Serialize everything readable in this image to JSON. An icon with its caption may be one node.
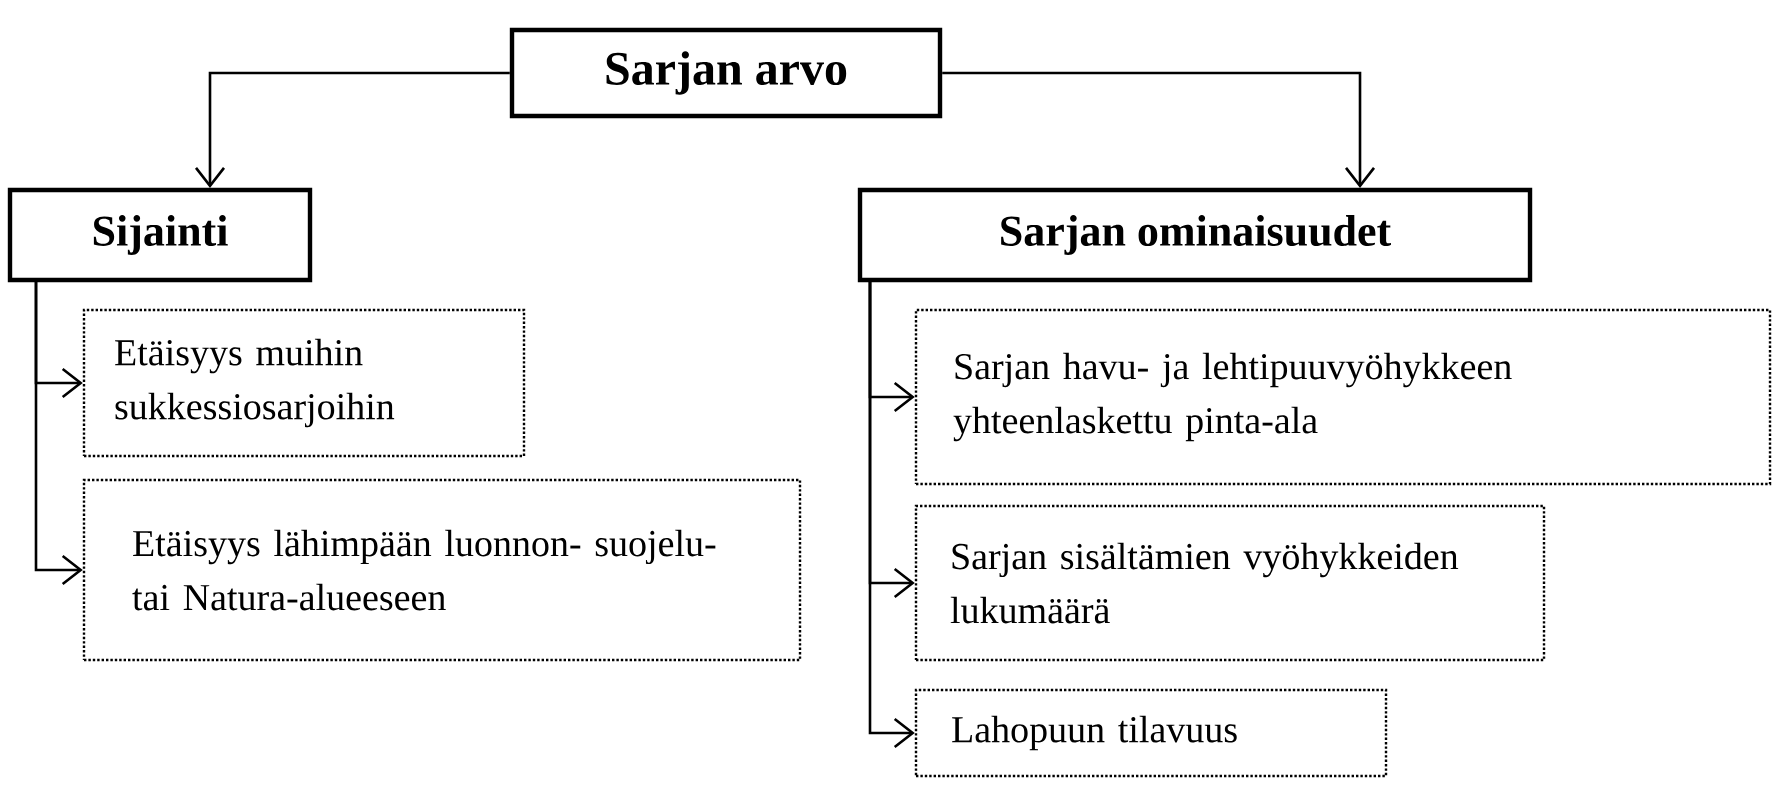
{
  "diagram": {
    "nodes": [
      {
        "text": [
          "Sarjan arvo"
        ]
      },
      {
        "text": [
          "Sijainti"
        ]
      },
      {
        "text": [
          "Sarjan ominaisuudet"
        ]
      },
      {
        "text": [
          "Etäisyys muihin sukkessiosarjoihin"
        ]
      },
      {
        "text": [
          "Etäisyys lähimpään luonnon- suojelu- tai Natura-alueeseen"
        ]
      },
      {
        "text": [
          "Sarjan havu- ja lehtipuuvyöhykkeen yhteenlaskettu pinta-ala"
        ]
      },
      {
        "text": [
          "Sarjan sisältämien vyöhykkeiden lukumäärä"
        ]
      },
      {
        "text": [
          "Lahopuun tilavuus"
        ]
      }
    ],
    "edges": [
      {
        "from": 0,
        "to": 1,
        "arrow": "to"
      },
      {
        "from": 0,
        "to": 2,
        "arrow": "to"
      },
      {
        "from": 1,
        "to": 3,
        "arrow": "to"
      },
      {
        "from": 1,
        "to": 4,
        "arrow": "to"
      },
      {
        "from": 2,
        "to": 5,
        "arrow": "to"
      },
      {
        "from": 2,
        "to": 6,
        "arrow": "to"
      },
      {
        "from": 2,
        "to": 7,
        "arrow": "to"
      }
    ]
  }
}
